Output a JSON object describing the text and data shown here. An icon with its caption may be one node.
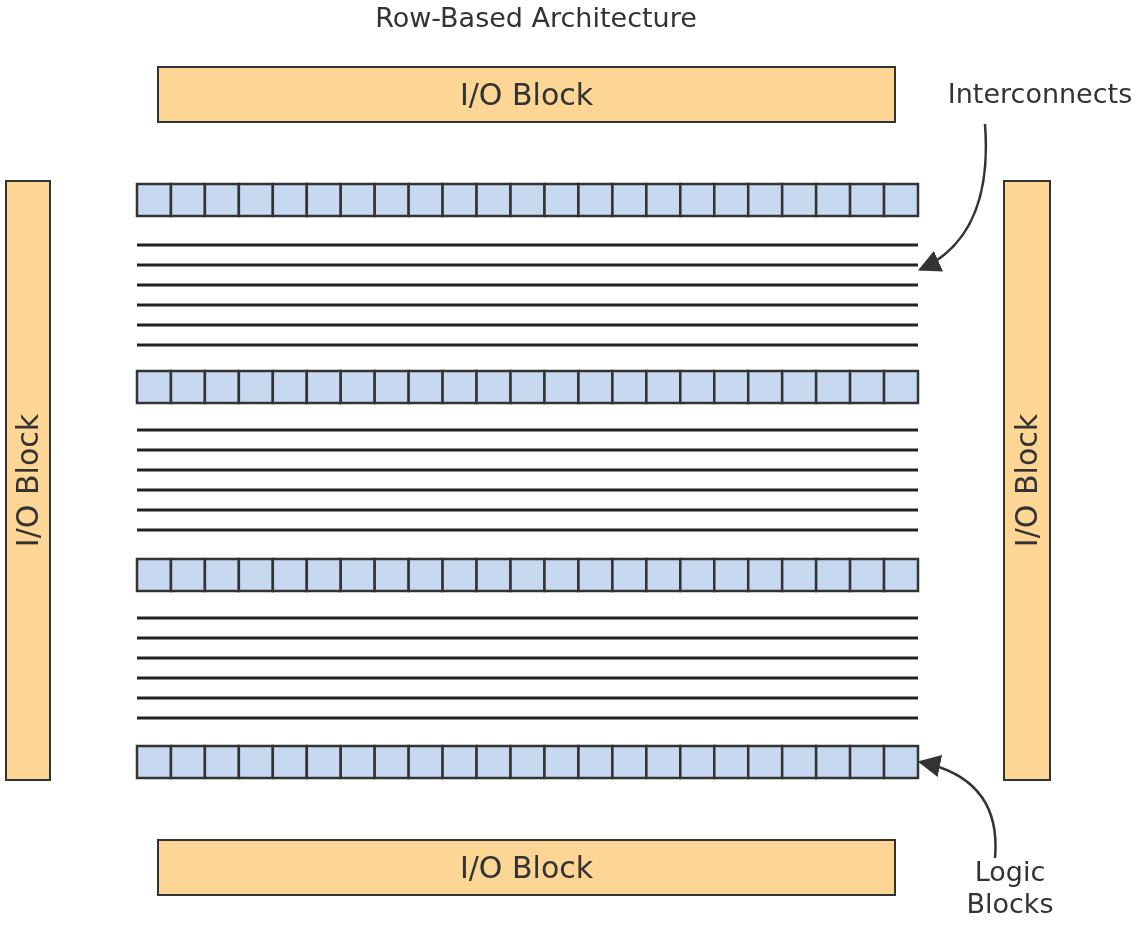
{
  "diagram": {
    "title": "Row-Based Architecture",
    "nodes": [
      {
        "text": [
          "I/O Block"
        ]
      },
      {
        "text": [
          "I/O Block"
        ]
      },
      {
        "text": [
          "I/O Block"
        ]
      },
      {
        "text": [
          "I/O Block"
        ]
      },
      {
        "text": [
          "Interconnects"
        ]
      },
      {
        "text": [
          "Logic Blocks"
        ]
      },
      {
        "text": [],
        "shape": "bar"
      },
      {
        "text": [],
        "shape": "lines"
      },
      {
        "text": [],
        "shape": "bar"
      },
      {
        "text": [],
        "shape": "lines"
      },
      {
        "text": [],
        "shape": "bar"
      },
      {
        "text": [],
        "shape": "lines"
      },
      {
        "text": [],
        "shape": "bar"
      }
    ],
    "edges": [
      {
        "from": 4,
        "to": 7,
        "arrow": "to"
      },
      {
        "from": 5,
        "to": 12,
        "arrow": "to"
      }
    ]
  }
}
